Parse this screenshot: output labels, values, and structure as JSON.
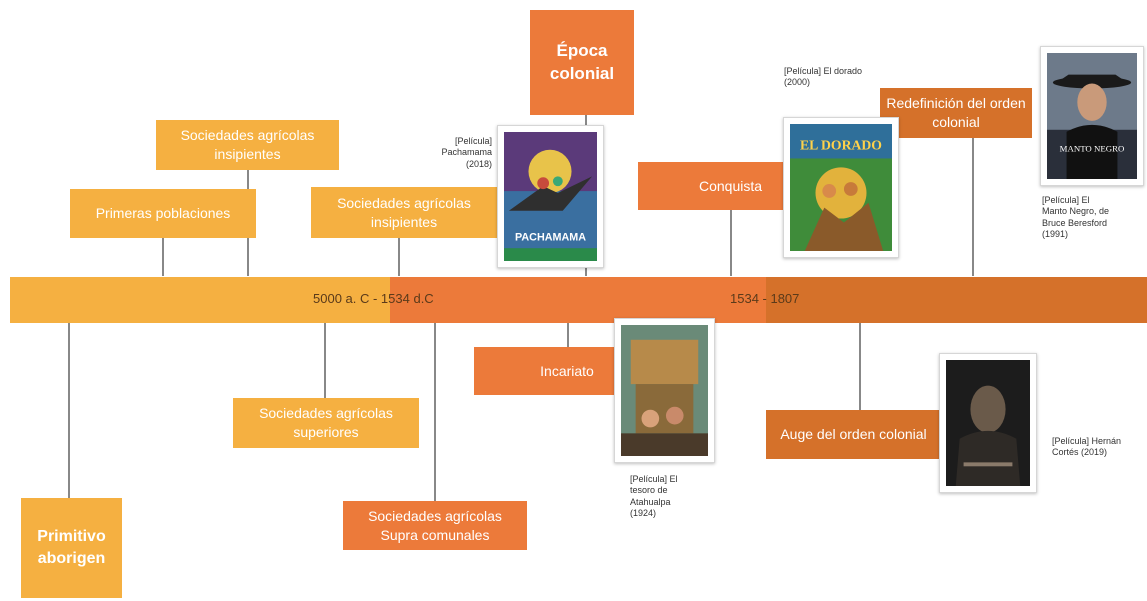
{
  "bands": {
    "band1_label": "5000 a. C - 1534 d.C",
    "band2_label": "1534 - 1807"
  },
  "above": {
    "sociedades_insipientes_1": "Sociedades agrícolas insipientes",
    "primeras_poblaciones": "Primeras poblaciones",
    "sociedades_insipientes_2": "Sociedades agrícolas insipientes",
    "epoca_colonial": "Época colonial",
    "conquista": "Conquista",
    "redefinicion": "Redefinición del orden colonial"
  },
  "below": {
    "superiores": "Sociedades agrícolas superiores",
    "supra": "Sociedades agrícolas Supra comunales",
    "primitivo": "Primitivo aborigen",
    "incariato": "Incariato",
    "auge": "Auge del orden colonial"
  },
  "films": {
    "pachamama_caption": "[Película] Pachamama (2018)",
    "pachamama_title": "PACHAMAMA",
    "dorado_caption": "[Película] El dorado (2000)",
    "dorado_title": "EL DORADO",
    "manto_caption": "[Película] El Manto Negro, de Bruce Beresford (1991)",
    "manto_title": "MANTO NEGRO",
    "atahualpa_caption": "[Película] El tesoro de Atahualpa (1924)",
    "cortes_caption": "[Película] Hernán Cortés (2019)"
  },
  "colors": {
    "yellow": "#f5b041",
    "orange": "#ec7a3a",
    "dark_orange": "#d5712a"
  }
}
